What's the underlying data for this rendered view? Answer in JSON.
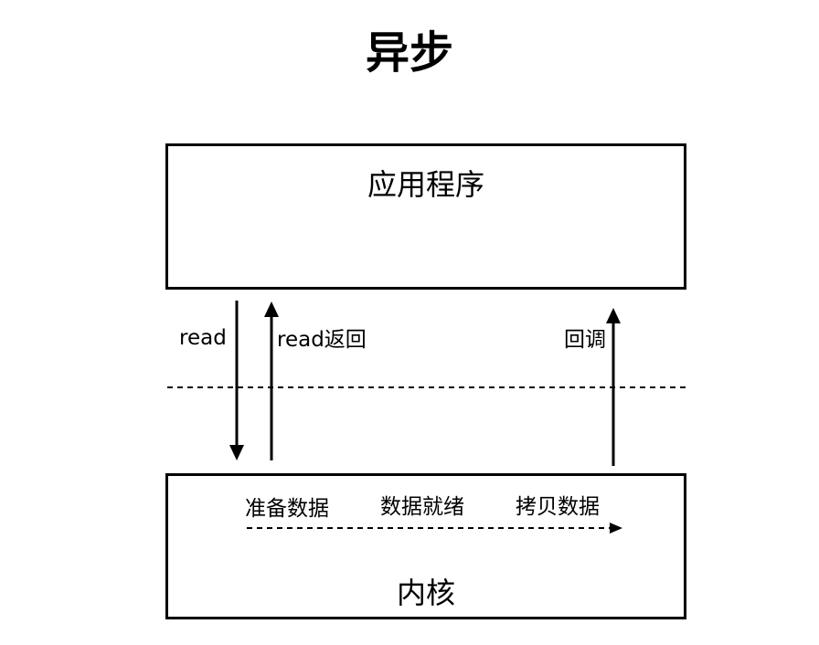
{
  "title": "异步",
  "application": {
    "label": "应用程序"
  },
  "kernel": {
    "label": "内核",
    "stages": [
      "准备数据",
      "数据就绪",
      "拷贝数据"
    ]
  },
  "arrows": {
    "read": "read",
    "read_return": "read返回",
    "callback": "回调"
  },
  "colors": {
    "stroke": "#000000",
    "background": "#ffffff"
  }
}
